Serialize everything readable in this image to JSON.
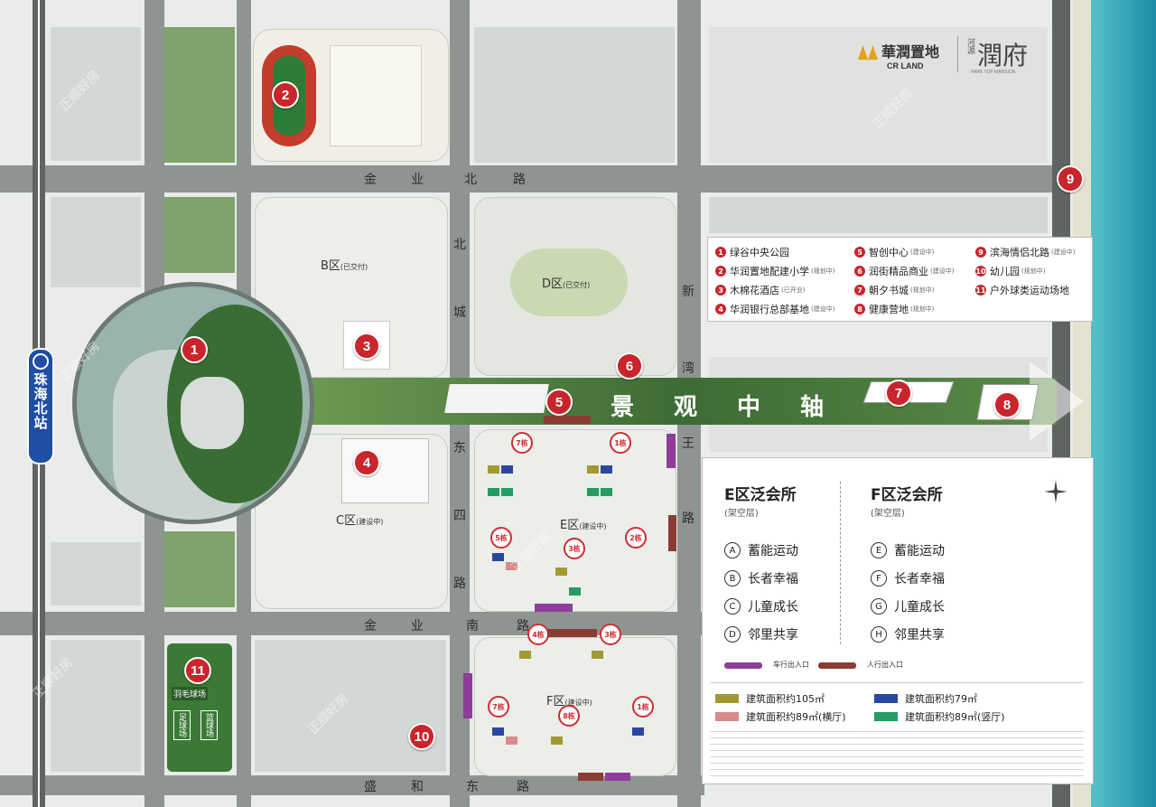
{
  "brand": {
    "developer_cn": "華潤置地",
    "developer_en": "CR LAND",
    "project_cn": "潤府",
    "project_prefix": "河源",
    "project_en": "PARK TOP MANSION"
  },
  "station": {
    "name": "珠海北站"
  },
  "roads": {
    "jinye_north": [
      "金",
      "业",
      "北",
      "路"
    ],
    "jinye_north_vertical": [
      "北",
      "城"
    ],
    "xincheng_east": [
      "新",
      "湾",
      "王",
      "路"
    ],
    "dongsi": [
      "东",
      "四",
      "路"
    ],
    "jinye_south": [
      "金",
      "业",
      "南",
      "路"
    ],
    "shenghe_east": [
      "盛",
      "和",
      "东",
      "路"
    ]
  },
  "axis_title": [
    "景",
    "观",
    "中",
    "轴"
  ],
  "zones": {
    "B": "B区",
    "B_note": "(已交付)",
    "D": "D区",
    "D_note": "(已交付)",
    "C": "C区",
    "C_note": "(建设中)",
    "E": "E区",
    "E_note": "(建设中)",
    "F": "F区",
    "F_note": "(建设中)"
  },
  "poi_legend": [
    {
      "num": "1",
      "text": "绿谷中央公园",
      "note": ""
    },
    {
      "num": "2",
      "text": "华润置地配建小学",
      "note": "(规划中)"
    },
    {
      "num": "3",
      "text": "木棉花酒店",
      "note": "(已开业)"
    },
    {
      "num": "4",
      "text": "华润银行总部基地",
      "note": "(建设中)"
    },
    {
      "num": "5",
      "text": "智创中心",
      "note": "(建设中)"
    },
    {
      "num": "6",
      "text": "润街精品商业",
      "note": "(建设中)"
    },
    {
      "num": "7",
      "text": "朝夕书城",
      "note": "(规划中)"
    },
    {
      "num": "8",
      "text": "健康营地",
      "note": "(规划中)"
    },
    {
      "num": "9",
      "text": "滨海情侣北路",
      "note": "(建设中)"
    },
    {
      "num": "10",
      "text": "幼儿园",
      "note": "(规划中)"
    },
    {
      "num": "11",
      "text": "户外球类运动场地",
      "note": ""
    }
  ],
  "map_pins": [
    "1",
    "2",
    "3",
    "4",
    "5",
    "6",
    "7",
    "8",
    "9",
    "10",
    "11"
  ],
  "clubhouse": {
    "e_title": "E区泛会所",
    "e_sub": "(架空层)",
    "f_title": "F区泛会所",
    "f_sub": "(架空层)",
    "e_items": [
      {
        "letter": "A",
        "text": "蓄能运动"
      },
      {
        "letter": "B",
        "text": "长者幸福"
      },
      {
        "letter": "C",
        "text": "儿童成长"
      },
      {
        "letter": "D",
        "text": "邻里共享"
      }
    ],
    "f_items": [
      {
        "letter": "E",
        "text": "蓄能运动"
      },
      {
        "letter": "F",
        "text": "长者幸福"
      },
      {
        "letter": "G",
        "text": "儿童成长"
      },
      {
        "letter": "H",
        "text": "邻里共享"
      }
    ],
    "car_entry": "车行出入口",
    "ped_entry": "人行出入口"
  },
  "unit_legend": [
    {
      "color": "#a09a32",
      "text": "建筑面积约105㎡"
    },
    {
      "color": "#2a47a0",
      "text": "建筑面积约79㎡"
    },
    {
      "color": "#d98a8a",
      "text": "建筑面积约89㎡(横厅)"
    },
    {
      "color": "#249c63",
      "text": "建筑面积约89㎡(竖厅)"
    }
  ],
  "buildings": [
    "7栋",
    "1栋",
    "5栋",
    "3栋",
    "2栋",
    "4栋",
    "3栋",
    "7栋",
    "8栋",
    "1栋"
  ],
  "field": {
    "badminton": "羽毛球场",
    "football": "足球场",
    "basketball": "篮球场"
  },
  "watermark": "正顺好房"
}
